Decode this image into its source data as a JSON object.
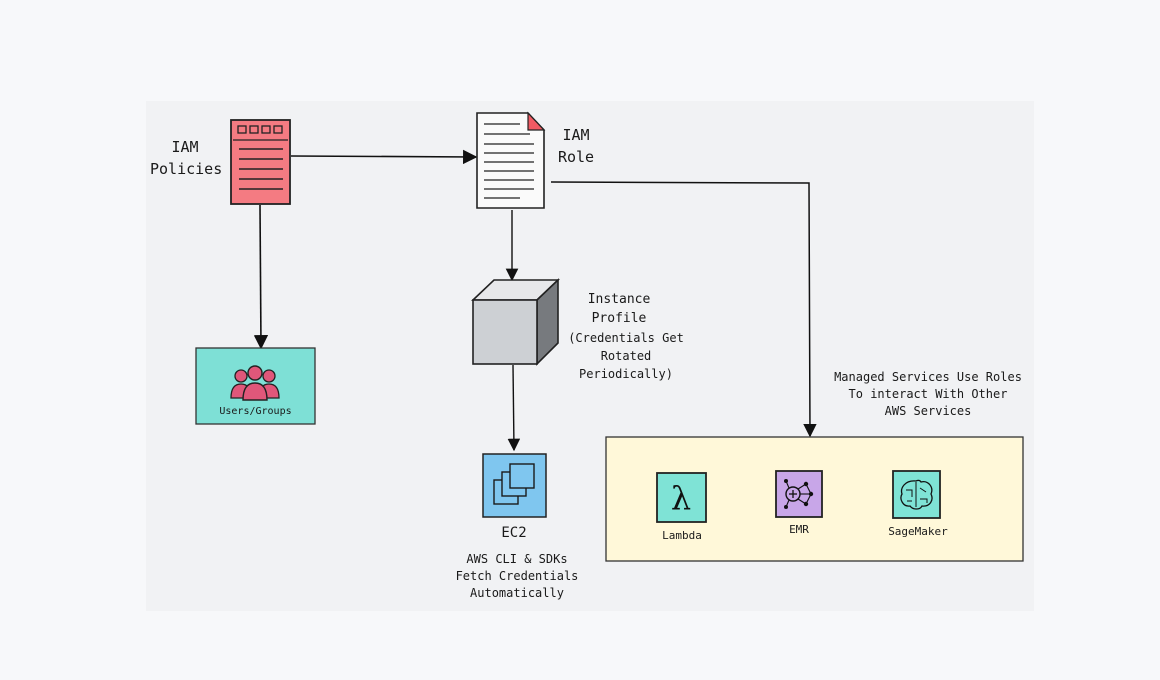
{
  "labels": {
    "iam_policies": "IAM\nPolicies",
    "iam_role": "IAM\nRole",
    "instance_profile": "Instance\nProfile",
    "instance_profile_note": "(Credentials Get\nRotated Periodically)",
    "users_groups": "Users/Groups",
    "ec2": "EC2",
    "ec2_note": "AWS CLI & SDKs\nFetch Credentials\nAutomatically",
    "managed_services_note": "Managed Services Use Roles\nTo interact With Other\nAWS Services",
    "lambda": "Lambda",
    "emr": "EMR",
    "sagemaker": "SageMaker"
  },
  "colors": {
    "policy_fill": "#f47b82",
    "users_fill": "#7ee0d6",
    "users_icon": "#e0577a",
    "ec2_fill": "#7fc6ef",
    "services_fill": "#fff8d9",
    "lambda_fill": "#7fe3d6",
    "emr_fill": "#c8a6e8",
    "sagemaker_fill": "#7fe3d6",
    "cube_front": "#cdd0d4",
    "cube_top": "#e7e8ea",
    "cube_side": "#777a7e"
  }
}
